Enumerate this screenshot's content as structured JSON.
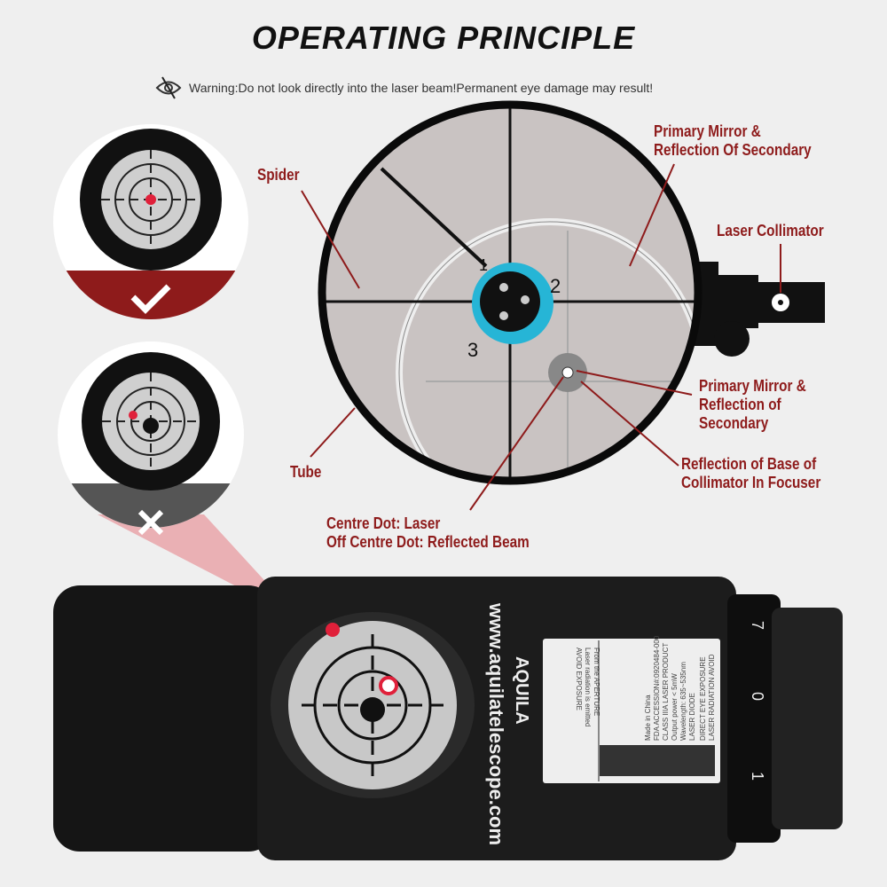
{
  "title": "OPERATING PRINCIPLE",
  "warning": "Warning:Do not look directly into the laser beam!Permanent eye damage may result!",
  "labels": {
    "spider": "Spider",
    "primary_top_1": "Primary Mirror &",
    "primary_top_2": "Reflection Of Secondary",
    "laser_collimator": "Laser Collimator",
    "primary_mid_1": "Primary Mirror &",
    "primary_mid_2": "Reflection of",
    "primary_mid_3": "Secondary",
    "reflection_base_1": "Reflection of Base of",
    "reflection_base_2": "Collimator In Focuser",
    "tube": "Tube",
    "centre_dot_1": "Centre Dot: Laser",
    "centre_dot_2": "Off Centre Dot: Reflected Beam"
  },
  "screw_numbers": [
    "1",
    "2",
    "3"
  ],
  "product": {
    "url": "www.aquilatelescope.com",
    "brand": "AQUILA",
    "sticker_left": [
      "AVOID EXPOSURE",
      "Laser radiation is emitted",
      "From the APERTURE"
    ],
    "sticker_right": [
      "LASER RADIATION AVOID",
      "DIRECT EYE EXPOSURE",
      "LASER DIODE",
      "Wavelength: 635~535nm",
      "Output power < 5mW",
      "CLASS IIIA LASER PRODUCT",
      "FDA ACCESSION#:0920484-000",
      "Made in China"
    ],
    "dial": [
      "7",
      "0",
      "1"
    ]
  },
  "colors": {
    "accent": "#8e1b1b",
    "cyan": "#26b5d6",
    "laser": "#e0203a"
  }
}
